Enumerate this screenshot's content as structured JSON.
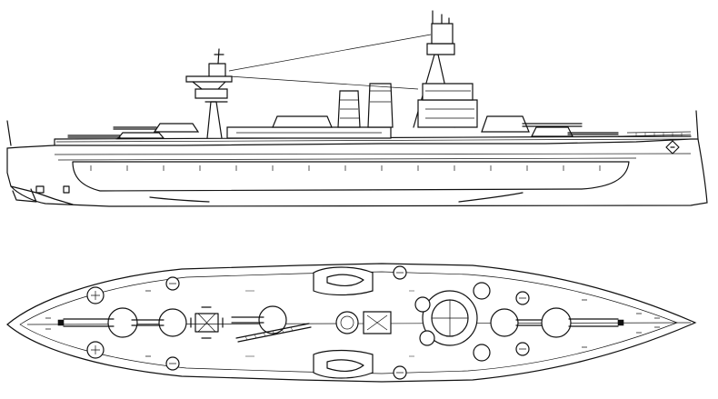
{
  "drawing": {
    "views": [
      {
        "name": "side-elevation"
      },
      {
        "name": "deck-plan"
      }
    ],
    "main_turrets_per_view": 5,
    "funnels": 2,
    "ink_color": "#111111",
    "paper_color": "#ffffff"
  }
}
